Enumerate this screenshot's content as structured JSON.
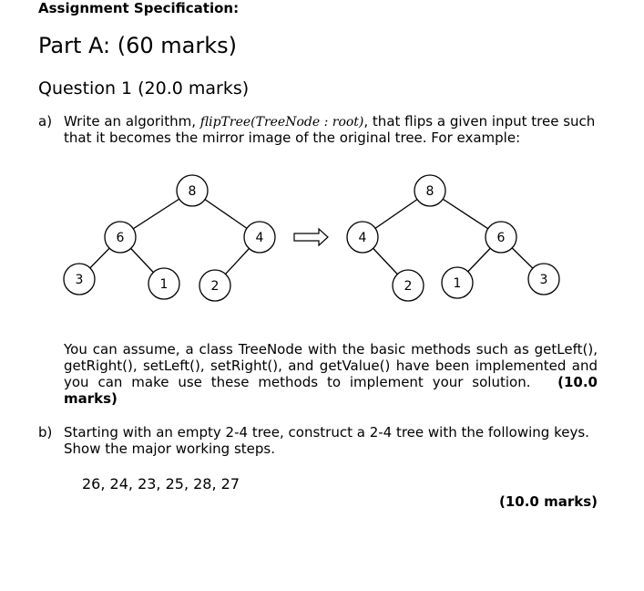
{
  "header": {
    "title": "Assignment Specification:"
  },
  "part": {
    "title": "Part A: (60 marks)"
  },
  "question": {
    "title": "Question 1 (20.0 marks)"
  },
  "qa": {
    "letter": "a)",
    "line1_pre": "Write an algorithm, ",
    "function_sig": "flipTree(TreeNode : root)",
    "line1_post": ", that flips a given input tree such",
    "line2": "that it becomes the mirror image of the original tree. For example:",
    "diagram": {
      "left_tree": {
        "root": "8",
        "left": "6",
        "right": "4",
        "left_left": "3",
        "left_right": "1",
        "right_left": "2"
      },
      "right_tree": {
        "root": "8",
        "left": "4",
        "right": "6",
        "left_right": "2",
        "right_left": "1",
        "right_right": "3"
      }
    },
    "assumption": "You can assume, a class TreeNode with the basic methods such as getLeft(), getRight(), setLeft(), setRight(), and getValue() have been implemented and you can make use these methods to implement your solution.",
    "marks": "(10.0 marks)"
  },
  "qb": {
    "letter": "b)",
    "text": "Starting with an empty 2-4 tree, construct a 2-4 tree with the following keys. Show the major working steps.",
    "keys": "26, 24, 23, 25, 28, 27",
    "marks": "(10.0 marks)"
  }
}
